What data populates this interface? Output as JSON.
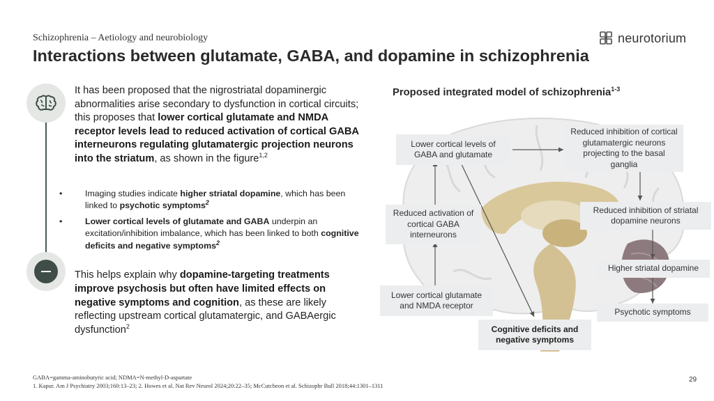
{
  "header": {
    "kicker": "Schizophrenia – Aetiology and neurobiology",
    "title": "Interactions between glutamate, GABA, and dopamine in schizophrenia",
    "logo_text": "neurotorium"
  },
  "left": {
    "icons": {
      "top": "brain-icon",
      "bottom": "minus-icon"
    },
    "para1": {
      "t1": "It has been proposed that the nigrostriatal dopaminergic abnormalities arise secondary to dysfunction in cortical circuits; this proposes that ",
      "b1": "lower cortical glutamate and NMDA receptor levels lead to reduced activation of cortical GABA interneurons regulating glutamatergic projection neurons into the striatum",
      "t2": ", as shown in the figure",
      "sup": "1,2"
    },
    "bullets": [
      {
        "dot": "•",
        "t1": "Imaging studies indicate ",
        "b1": "higher striatal dopamine",
        "t2": ", which has been linked to ",
        "b2": "psychotic symptoms",
        "sup": "2"
      },
      {
        "dot": "•",
        "b1": "Lower cortical levels of glutamate and GABA",
        "t1": " underpin an excitation/inhibition imbalance, which has been linked to both ",
        "b2": "cognitive deficits and negative symptoms",
        "sup": "2"
      }
    ],
    "para2": {
      "t1": "This helps explain why ",
      "b1": "dopamine-targeting treatments improve psychosis but often have limited effects on negative symptoms and cognition",
      "t2": ", as these are likely reflecting upstream cortical glutamatergic, and GABAergic dysfunction",
      "sup": "2"
    }
  },
  "diagram": {
    "title": "Proposed integrated model of schizophrenia",
    "title_sup": "1-3",
    "boxes": {
      "cortical_levels": "Lower cortical levels of GABA and glutamate",
      "reduced_inhibition_glut": "Reduced inhibition of cortical glutamatergic neurons projecting to the basal ganglia",
      "reduced_activation": "Reduced activation of cortical GABA interneurons",
      "reduced_inhibition_da": "Reduced inhibition of striatal dopamine neurons",
      "higher_da": "Higher striatal dopamine",
      "nmda": "Lower cortical glutamate and NMDA receptor",
      "psychotic": "Psychotic symptoms",
      "cognitive": "Cognitive deficits and negative symptoms"
    }
  },
  "footer": {
    "abbrev": "GABA=gamma-aminobutyric acid; NDMA=N-methyl-D-aspartate",
    "refs": "1. Kapur. Am J Psychiatry 2003;160:13–23; 2. Howes et al. Nat Rev Neurol 2024;20:22–35; McCutcheon et al. Schizophr Bull 2018;44:1301–1311",
    "page_number": "29"
  },
  "colors": {
    "accent_dark": "#3f4d49",
    "circle_bg": "#e4e7e4",
    "box_bg": "#ecedee",
    "brain_tan": "#d9c89a"
  }
}
